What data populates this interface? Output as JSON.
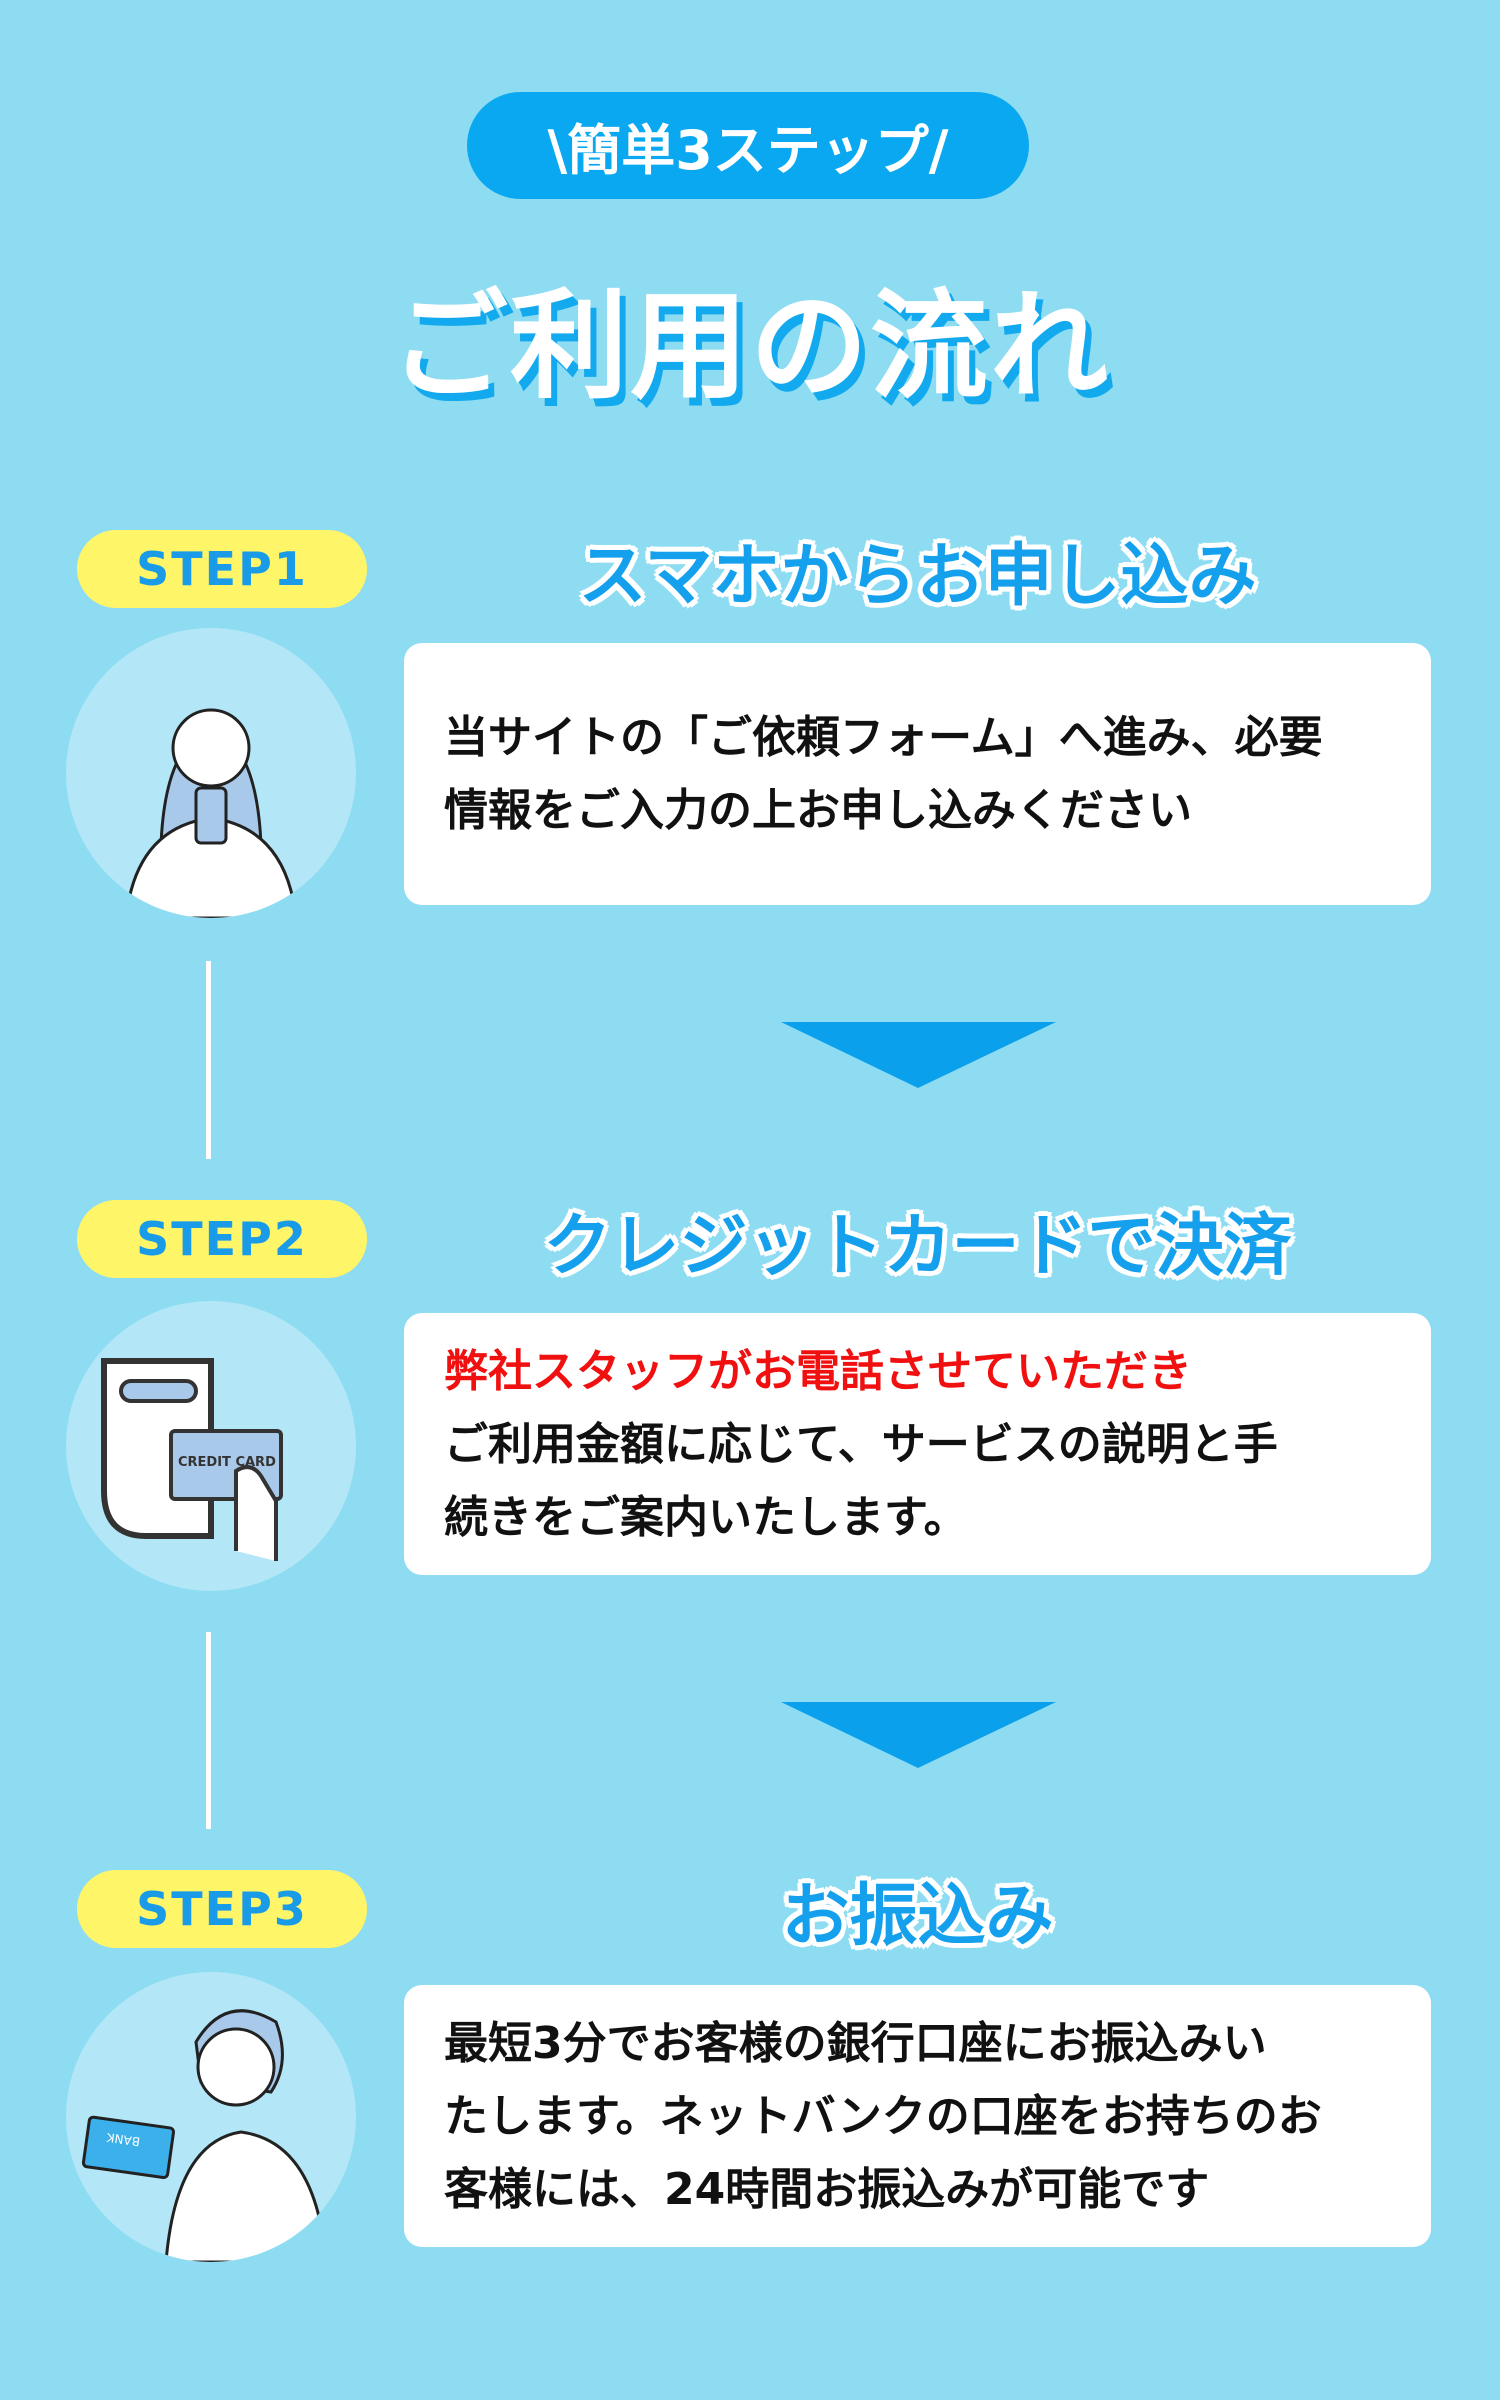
{
  "header": {
    "badge": "\\簡単3ステップ/",
    "title": "ご利用の流れ"
  },
  "colors": {
    "background": "#8edcf2",
    "accent": "#0aa8f0",
    "step_badge": "#fff568",
    "alert": "#f01010"
  },
  "steps": [
    {
      "label": "STEP1",
      "heading": "スマホからお申し込み",
      "icon": "woman-with-smartphone-illustration",
      "lines": [
        "当サイトの「ご依頼フォーム」へ進み、必要",
        "情報をご入力の上お申し込みください"
      ]
    },
    {
      "label": "STEP2",
      "heading": "クレジットカードで決済",
      "icon": "credit-card-terminal-illustration",
      "card_text": "CREDIT CARD",
      "highlight": "弊社スタッフがお電話させていただき",
      "lines": [
        "ご利用金額に応じて、サービスの説明と手",
        "続きをご案内いたします。"
      ]
    },
    {
      "label": "STEP3",
      "heading": "お振込み",
      "icon": "person-with-bankbook-illustration",
      "bank_text": "BANK",
      "lines": [
        "最短3分でお客様の銀行口座にお振込みい",
        "たします。ネットバンクの口座をお持ちのお",
        "客様には、24時間お振込みが可能です"
      ]
    }
  ]
}
